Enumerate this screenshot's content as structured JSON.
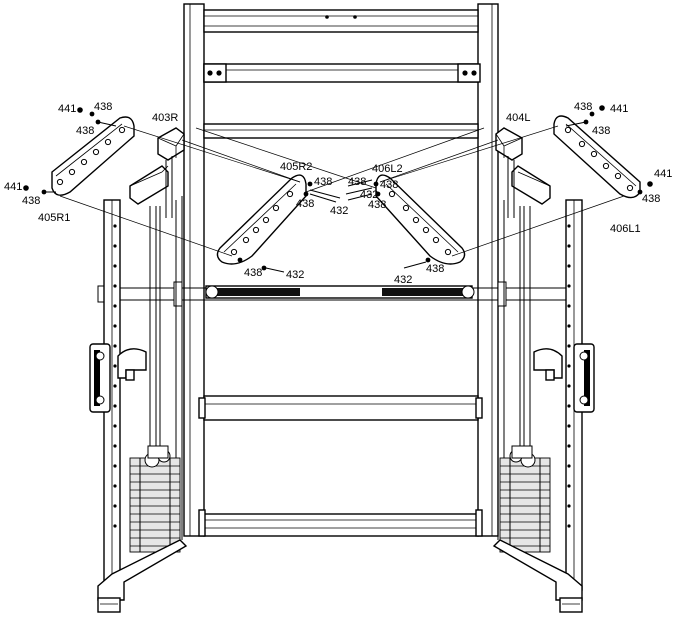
{
  "labels": {
    "l441_tl": "441",
    "l438_tl1": "438",
    "l438_tl2": "438",
    "l403R": "403R",
    "l441_ml": "441",
    "l438_ml": "438",
    "l405R1": "405R1",
    "l405R2": "405R2",
    "l438_c1": "438",
    "l438_c2": "438",
    "l432_c1": "432",
    "l438_c3": "438",
    "l432_c2": "432",
    "l406L2": "406L2",
    "l438_c4": "438",
    "l438_c5": "438",
    "l432_c3": "432",
    "l404L": "404L",
    "l438_tr1": "438",
    "l441_tr": "441",
    "l438_tr2": "438",
    "l441_mr": "441",
    "l438_mr": "438",
    "l406L1": "406L1",
    "l438_br": "438",
    "l432_br": "432"
  }
}
